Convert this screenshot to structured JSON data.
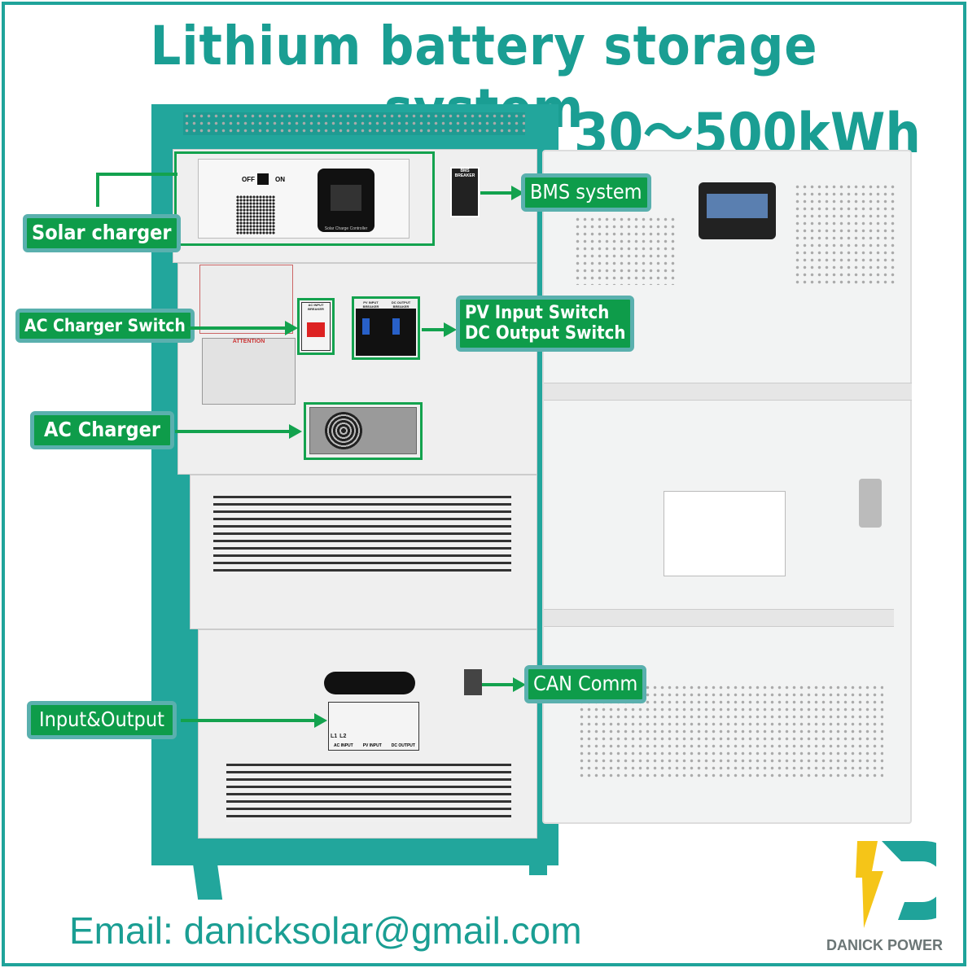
{
  "title": "Lithium battery storage system",
  "capacity": "30～500kWh",
  "labels": {
    "solar_charger": "Solar charger",
    "bms_system": "BMS system",
    "ac_charger_switch": "AC Charger Switch",
    "pv_input_switch": "PV Input Switch",
    "dc_output_switch": "DC Output Switch",
    "ac_charger": "AC Charger",
    "can_comm": "CAN Comm",
    "input_output": "Input&Output"
  },
  "device": {
    "off": "OFF",
    "on": "ON",
    "controller": "Solar Charge Controller",
    "bms_breaker": "BMS BREAKER",
    "ac_input_breaker": "AC INPUT BREAKER",
    "pv_input_breaker": "PV INPUT BREAKER",
    "dc_output_breaker": "DC OUTPUT BREAKER",
    "attention": "ATTENTION",
    "terminals": [
      "L1",
      "L2",
      "AC INPUT",
      "PV INPUT",
      "DC OUTPUT"
    ]
  },
  "email": "Email: danicksolar@gmail.com",
  "brand": "DANICK POWER",
  "colors": {
    "teal": "#1fa39a",
    "label_green": "#0e9c4a",
    "label_border": "#5ab0ae",
    "logo_yellow": "#f5c518"
  }
}
